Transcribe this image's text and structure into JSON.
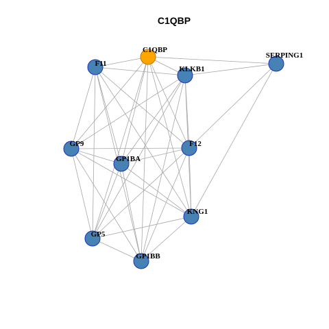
{
  "title": "C1QBP",
  "colors": {
    "edge": "#a6a6a6",
    "node_fill": "#4682b4",
    "node_stroke": "#1f2fbf",
    "highlight_fill": "#ffa500",
    "highlight_stroke": "#b87800",
    "label": "#000000"
  },
  "nodes": [
    {
      "id": "C1QBP",
      "label": "C1QBP",
      "highlight": true
    },
    {
      "id": "F11",
      "label": "F11",
      "highlight": false
    },
    {
      "id": "KLKB1",
      "label": "KLKB1",
      "highlight": false
    },
    {
      "id": "SERPING1",
      "label": "SERPING1",
      "highlight": false
    },
    {
      "id": "GP9",
      "label": "GP9",
      "highlight": false
    },
    {
      "id": "F12",
      "label": "F12",
      "highlight": false
    },
    {
      "id": "GP1BA",
      "label": "GP1BA",
      "highlight": false
    },
    {
      "id": "KNG1",
      "label": "KNG1",
      "highlight": false
    },
    {
      "id": "GP5",
      "label": "GP5",
      "highlight": false
    },
    {
      "id": "GP1BB",
      "label": "GP1BB",
      "highlight": false
    }
  ],
  "edges": [
    [
      "C1QBP",
      "F11"
    ],
    [
      "C1QBP",
      "KLKB1"
    ],
    [
      "C1QBP",
      "SERPING1"
    ],
    [
      "C1QBP",
      "GP9"
    ],
    [
      "C1QBP",
      "F12"
    ],
    [
      "C1QBP",
      "GP1BA"
    ],
    [
      "C1QBP",
      "KNG1"
    ],
    [
      "C1QBP",
      "GP5"
    ],
    [
      "C1QBP",
      "GP1BB"
    ],
    [
      "F11",
      "KLKB1"
    ],
    [
      "F11",
      "GP9"
    ],
    [
      "F11",
      "F12"
    ],
    [
      "F11",
      "GP1BA"
    ],
    [
      "F11",
      "KNG1"
    ],
    [
      "F11",
      "GP5"
    ],
    [
      "F11",
      "GP1BB"
    ],
    [
      "KLKB1",
      "SERPING1"
    ],
    [
      "KLKB1",
      "GP9"
    ],
    [
      "KLKB1",
      "F12"
    ],
    [
      "KLKB1",
      "GP1BA"
    ],
    [
      "KLKB1",
      "KNG1"
    ],
    [
      "KLKB1",
      "GP5"
    ],
    [
      "KLKB1",
      "GP1BB"
    ],
    [
      "SERPING1",
      "F12"
    ],
    [
      "SERPING1",
      "KNG1"
    ],
    [
      "GP9",
      "F12"
    ],
    [
      "GP9",
      "GP1BA"
    ],
    [
      "GP9",
      "KNG1"
    ],
    [
      "GP9",
      "GP5"
    ],
    [
      "GP9",
      "GP1BB"
    ],
    [
      "F12",
      "GP1BA"
    ],
    [
      "F12",
      "KNG1"
    ],
    [
      "F12",
      "GP5"
    ],
    [
      "F12",
      "GP1BB"
    ],
    [
      "GP1BA",
      "KNG1"
    ],
    [
      "GP1BA",
      "GP5"
    ],
    [
      "GP1BA",
      "GP1BB"
    ],
    [
      "KNG1",
      "GP5"
    ],
    [
      "KNG1",
      "GP1BB"
    ],
    [
      "GP5",
      "GP1BB"
    ]
  ]
}
